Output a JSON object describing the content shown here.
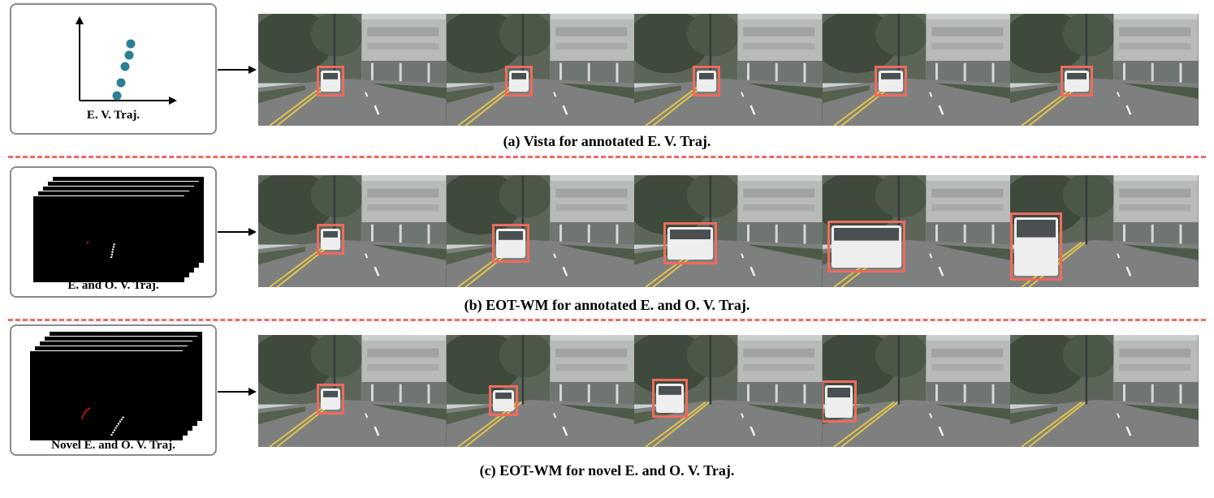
{
  "rows": [
    {
      "id": "a",
      "box_label": "E. V. Traj.",
      "caption": "(a) Vista for annotated E. V. Traj.",
      "boxes": [
        {
          "x": 72,
          "y": 64,
          "w": 34,
          "h": 38
        },
        {
          "x": 72,
          "y": 64,
          "w": 34,
          "h": 38
        },
        {
          "x": 72,
          "y": 64,
          "w": 34,
          "h": 38
        },
        {
          "x": 64,
          "y": 64,
          "w": 40,
          "h": 38
        },
        {
          "x": 62,
          "y": 64,
          "w": 40,
          "h": 38
        }
      ]
    },
    {
      "id": "b",
      "box_label": "E. and O. V. Traj.",
      "caption": "(b)  EOT-WM for annotated E. and O. V. Traj.",
      "boxes": [
        {
          "x": 72,
          "y": 60,
          "w": 34,
          "h": 38
        },
        {
          "x": 56,
          "y": 60,
          "w": 46,
          "h": 48
        },
        {
          "x": 36,
          "y": 58,
          "w": 66,
          "h": 52
        },
        {
          "x": 6,
          "y": 56,
          "w": 96,
          "h": 64
        },
        {
          "x": 0,
          "y": 46,
          "w": 64,
          "h": 84
        }
      ]
    },
    {
      "id": "c",
      "box_label": "Novel E. and O. V. Traj.",
      "caption": "(c)  EOT-WM for novel E. and O. V. Traj.",
      "boxes": [
        {
          "x": 72,
          "y": 60,
          "w": 34,
          "h": 38
        },
        {
          "x": 52,
          "y": 62,
          "w": 36,
          "h": 38
        },
        {
          "x": 22,
          "y": 54,
          "w": 44,
          "h": 48
        },
        {
          "x": -2,
          "y": 56,
          "w": 44,
          "h": 52
        },
        null
      ]
    }
  ],
  "colors": {
    "accent": "#ef6a5f",
    "dot": "#2a7f93",
    "box_border": "#8a8a8a"
  }
}
